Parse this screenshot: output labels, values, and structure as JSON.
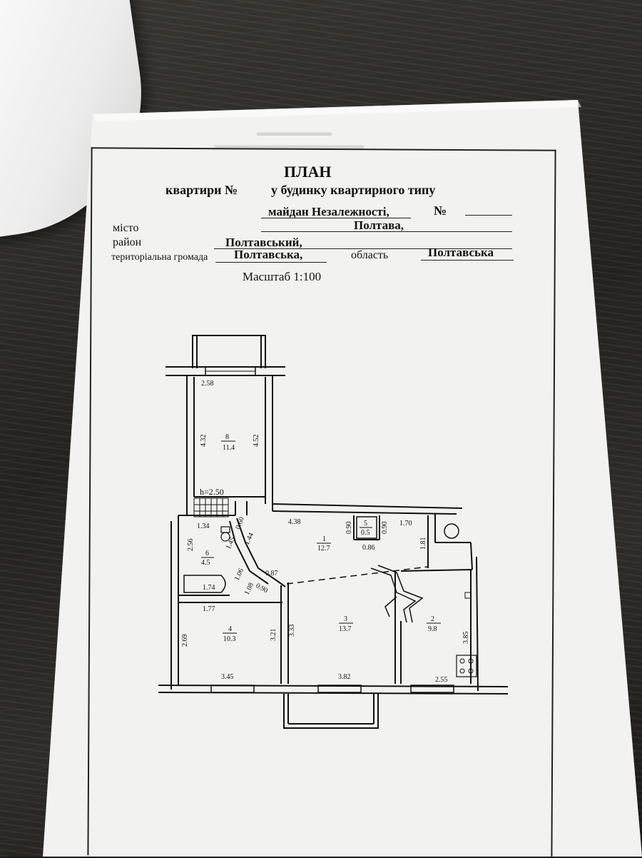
{
  "header": {
    "title": "ПЛАН",
    "line1_prefix": "квартири №",
    "line1_suffix": "у будинку квартирного типу",
    "street_value": "майдан Незалежності,",
    "number_label": "№",
    "misto_label": "місто",
    "misto_value": "Полтава,",
    "raion_label": "район",
    "raion_value": "Полтавський,",
    "hromada_label": "територіальна громада",
    "hromada_value": "Полтавська,",
    "oblast_label": "область",
    "oblast_value": "Полтавська",
    "scale": "Масштаб 1:100"
  },
  "plan": {
    "height_note": "h=2.50",
    "rooms": [
      {
        "id": "8",
        "number": "8",
        "area": "11.4"
      },
      {
        "id": "1",
        "number": "1",
        "area": "12.7"
      },
      {
        "id": "5",
        "number": "5",
        "area": "0.5"
      },
      {
        "id": "6",
        "number": "6",
        "area": "4.5"
      },
      {
        "id": "4",
        "number": "4",
        "area": "10.3"
      },
      {
        "id": "3",
        "number": "3",
        "area": "13.7"
      },
      {
        "id": "2",
        "number": "2",
        "area": "9.8"
      }
    ],
    "dimensions": {
      "d_258": "2.58",
      "d_432": "4.32",
      "d_452": "4.52",
      "d_438": "4.38",
      "d_090a": "0.90",
      "d_090b": "0.90",
      "d_170": "1.70",
      "d_181": "1.81",
      "d_086": "0.86",
      "d_134": "1.34",
      "d_060": "0.60",
      "d_256": "2.56",
      "d_145": "1.45",
      "d_144": "1.44",
      "d_106": "1.06",
      "d_087": "0.87",
      "d_108": "1.08",
      "d_090c": "0.90",
      "d_174": "1.74",
      "d_177": "1.77",
      "d_269": "2.69",
      "d_321": "3.21",
      "d_333": "3.33",
      "d_385": "3.85",
      "d_345": "3.45",
      "d_382": "3.82",
      "d_255": "2.55"
    }
  }
}
